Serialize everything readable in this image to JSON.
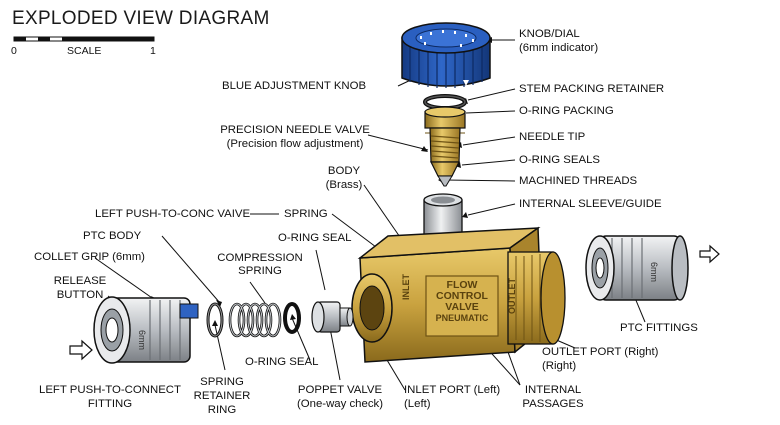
{
  "title": "EXPLODED VIEW DIAGRAM",
  "scale": {
    "zero": "0",
    "label": "SCALE",
    "one": "1"
  },
  "labels": {
    "knob_dial": "KNOB/DIAL",
    "knob_dial_sub": "(6mm indicator)",
    "blue_knob": "BLUE ADJUSTMENT KNOB",
    "stem_retainer": "STEM PACKING RETAINER",
    "oring_packing": "O-RING PACKING",
    "needle_valve": "PRECISION NEEDLE VALVE",
    "needle_valve_sub": "(Precision flow adjustment)",
    "needle_tip": "NEEDLE TIP",
    "oring_seals": "O-RING SEALS",
    "machined_threads": "MACHINED THREADS",
    "body": "BODY",
    "body_sub": "(Brass)",
    "internal_sleeve": "INTERNAL SLEEVE/GUIDE",
    "left_push_conc": "LEFT PUSH-TO-CONC VAIVE",
    "spring": "SPRING",
    "ptc_body": "PTC BODY",
    "oring_seal_top": "O-RING SEAL",
    "collet_grip": "COLLET GRIP (6mm)",
    "compression_spring_1": "COMPRESSION",
    "compression_spring_2": "SPRING",
    "release_button_1": "RELEASE",
    "release_button_2": "BUTTON",
    "ptc_fittings": "PTC FITTINGS",
    "outlet_port": "OUTLET PORT (Right)",
    "outlet_port_sub": "(Right)",
    "oring_seal_bottom": "O-RING SEAL",
    "left_ptc_fitting_1": "LEFT PUSH-TO-CONNECT",
    "left_ptc_fitting_2": "FITTING",
    "spring_retainer_1": "SPRING",
    "spring_retainer_2": "RETAINER",
    "spring_retainer_3": "RING",
    "poppet_valve": "POPPET VALVE",
    "poppet_valve_sub": "(One-way check)",
    "inlet_port": "INLET PORT (Left)",
    "inlet_port_sub": "(Left)",
    "internal_passages_1": "INTERNAL",
    "internal_passages_2": "PASSAGES"
  },
  "body_markings": {
    "line1": "FLOW",
    "line2": "CONTROL",
    "line3": "VALVE",
    "line4": "PNEUMATIC",
    "inlet": "INLET",
    "outlet": "OUTLET"
  },
  "fitting_markings": {
    "left": "6mm",
    "right": "6mm"
  },
  "colors": {
    "brass": "#c9a23f",
    "brass_dark": "#8a6a1c",
    "knob_blue": "#1f4fa8",
    "steel": "#c8ccd0",
    "outline": "#1a1a1a"
  }
}
